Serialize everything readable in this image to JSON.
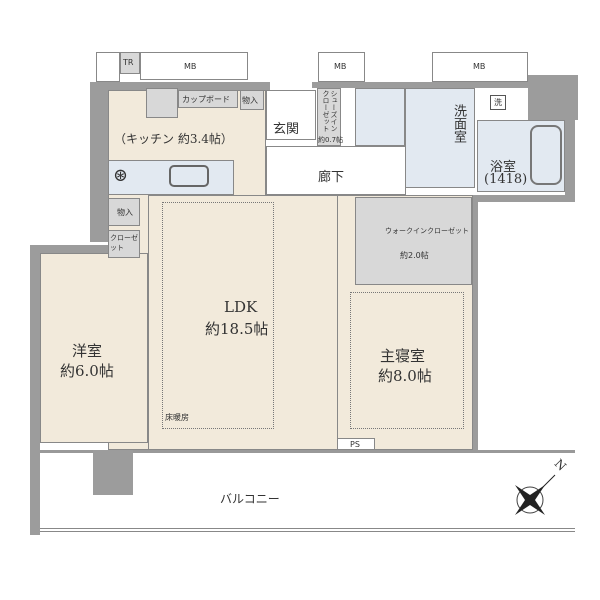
{
  "labels": {
    "tr": "TR",
    "mb1": "MB",
    "mb2": "MB",
    "mb3": "MB",
    "cupboard": "カップボード",
    "storage1": "物入",
    "storage2": "物入",
    "closet": "クローゼット",
    "kitchen": "（キッチン 約3.4帖）",
    "entrance": "玄関",
    "shoe_closet": "シューズインクローゼット",
    "shoe_closet_size": "約0.7帖",
    "corridor": "廊下",
    "washroom": "洗面室",
    "washer": "洗",
    "bath": "浴室",
    "bath_size": "(1418)",
    "wic": "ウォークインクローゼット",
    "wic_size": "約2.0帖",
    "ldk": "LDK",
    "ldk_size": "約18.5帖",
    "western": "洋室",
    "western_size": "約6.0帖",
    "master": "主寝室",
    "master_size": "約8.0帖",
    "floor_heating": "床暖房",
    "ps": "PS",
    "balcony": "バルコニー",
    "north": "N"
  },
  "colors": {
    "wall": "#9c9c9c",
    "floor": "#f2eadb",
    "wet": "#e2e9f1",
    "closet": "#d8d8d8"
  }
}
